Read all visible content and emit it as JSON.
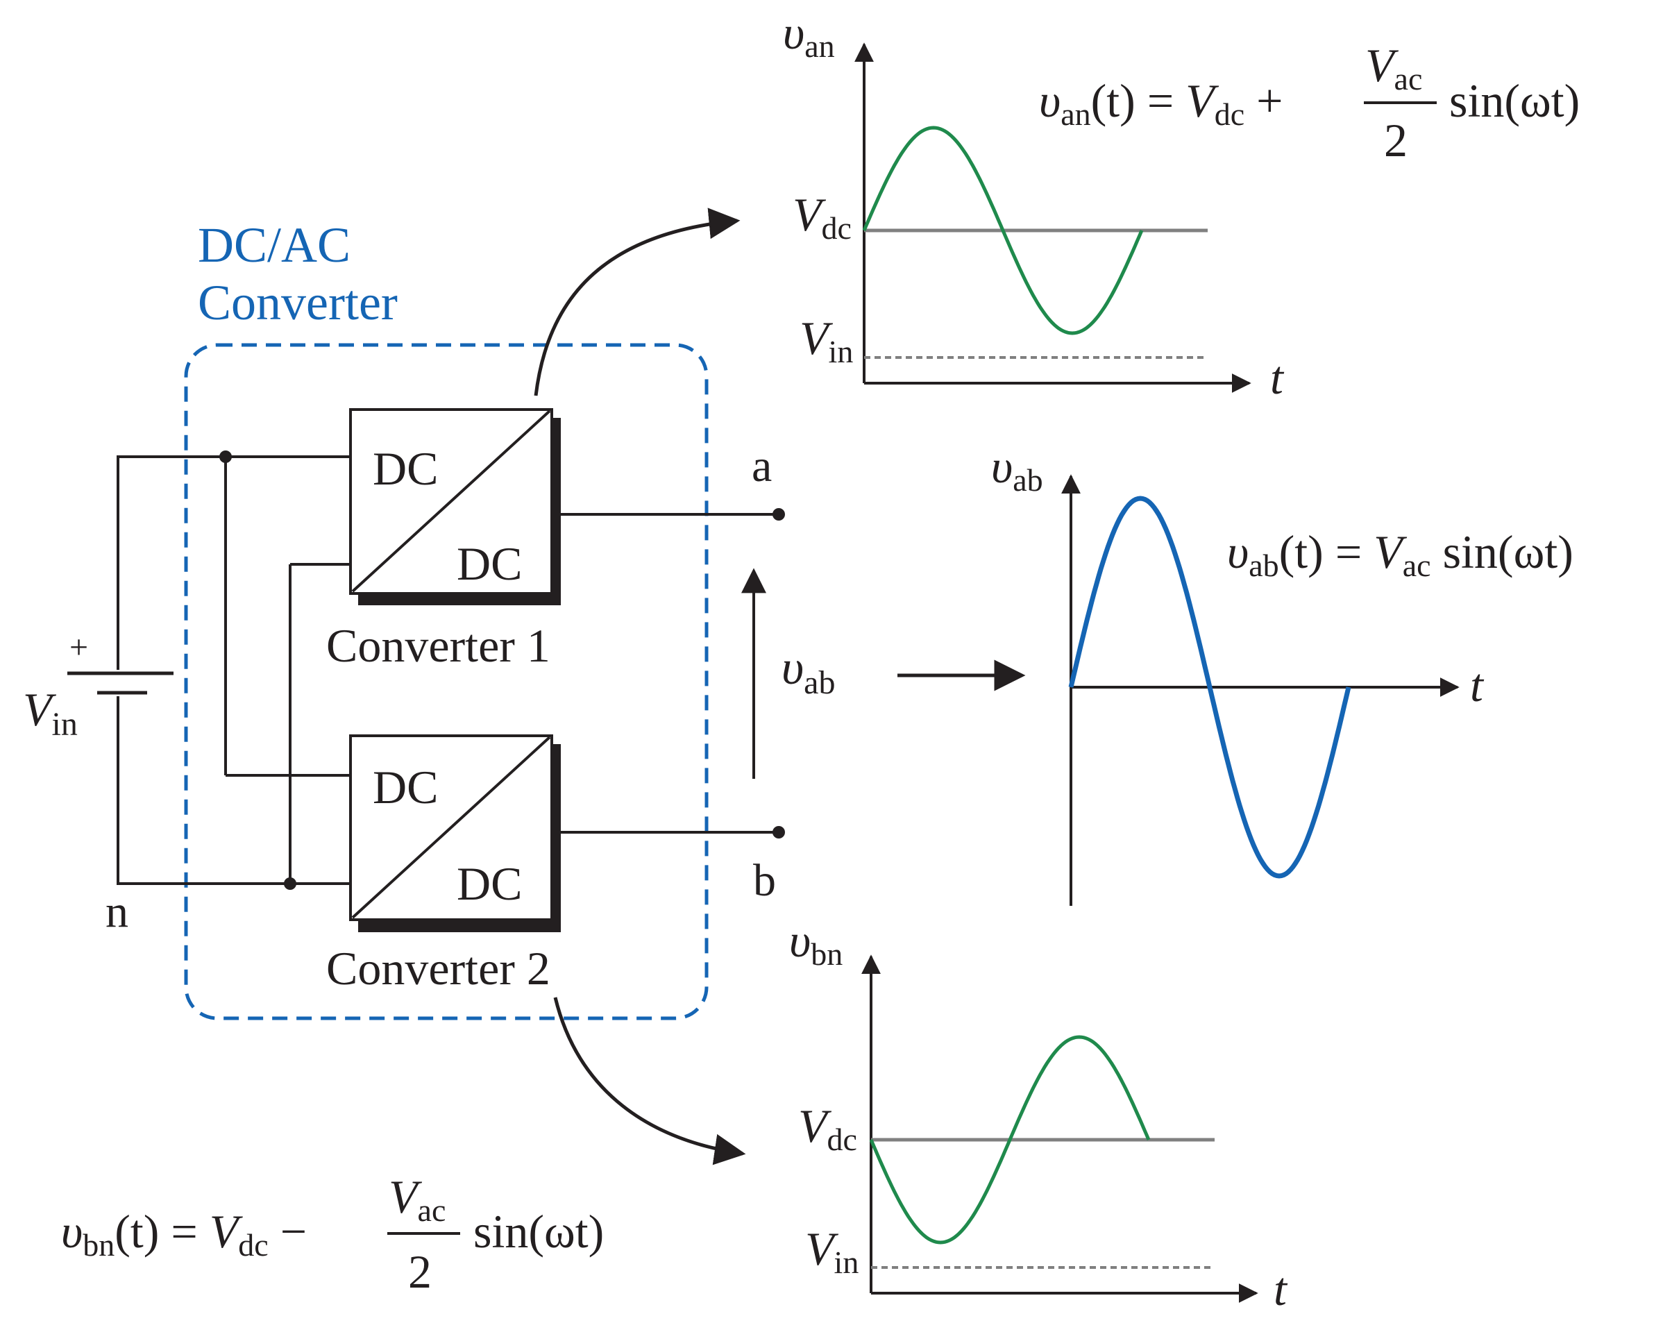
{
  "converter_block": {
    "title_line1": "DC/AC",
    "title_line2": "Converter",
    "converter1": {
      "top": "DC",
      "bottom": "DC",
      "label": "Converter 1"
    },
    "converter2": {
      "top": "DC",
      "bottom": "DC",
      "label": "Converter 2"
    },
    "source": {
      "plus": "+",
      "symbol": "V",
      "sub": "in"
    },
    "nodes": {
      "a": "a",
      "b": "b",
      "n": "n"
    },
    "vab_arrow": {
      "symbol": "υ",
      "sub": "ab"
    }
  },
  "plot_an": {
    "y_symbol": "υ",
    "y_sub": "an",
    "x_label": "t",
    "vdc_symbol": "V",
    "vdc_sub": "dc",
    "vin_symbol": "V",
    "vin_sub": "in",
    "eq": {
      "lhs": "υ",
      "lhs_sub": "an",
      "arg": "(t) = ",
      "v": "V",
      "v_sub": "dc",
      "op": "+",
      "num": "V",
      "num_sub": "ac",
      "den": "2",
      "fn": "sin(ωt)"
    }
  },
  "plot_ab": {
    "y_symbol": "υ",
    "y_sub": "ab",
    "x_label": "t",
    "eq": {
      "lhs": "υ",
      "lhs_sub": "ab",
      "arg": "(t) = ",
      "v": "V",
      "v_sub": "ac",
      "fn": "sin(ωt)"
    }
  },
  "plot_bn": {
    "y_symbol": "υ",
    "y_sub": "bn",
    "x_label": "t",
    "vdc_symbol": "V",
    "vdc_sub": "dc",
    "vin_symbol": "V",
    "vin_sub": "in",
    "eq": {
      "lhs": "υ",
      "lhs_sub": "bn",
      "arg": "(t) = ",
      "v": "V",
      "v_sub": "dc",
      "op": "−",
      "num": "V",
      "num_sub": "ac",
      "den": "2",
      "fn": "sin(ωt)"
    }
  },
  "colors": {
    "ink": "#231f20",
    "blue": "#1565b4",
    "green": "#1f8a4c",
    "gray": "#808080"
  }
}
